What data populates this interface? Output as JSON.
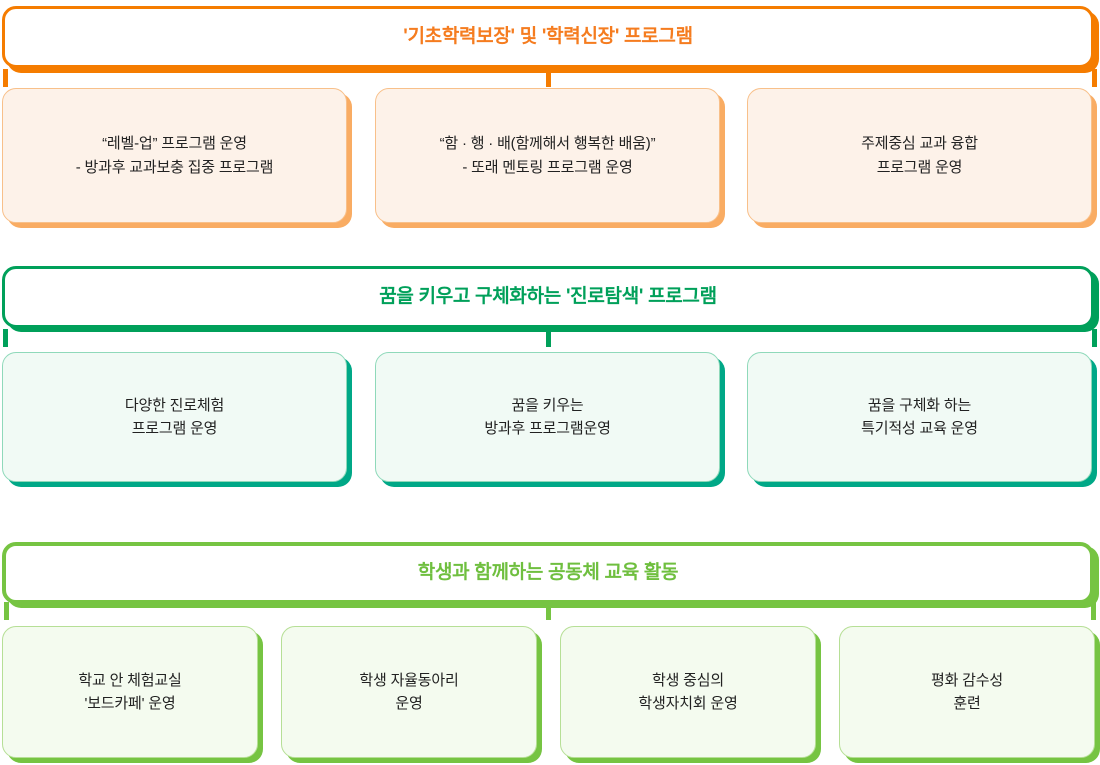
{
  "diagram": {
    "title": "'기초학력보장' 및 '학력신장' 프로그램",
    "colors": {
      "orange_accent": "#F57C00",
      "orange_text": "#F57C1F",
      "peach_fill": "#FDF2E9",
      "peach_shadow": "#F9AC63",
      "teal_accent": "#00A05A",
      "teal_shadow": "#00A887",
      "mint_fill": "#F1FAF5",
      "lime_accent": "#76C442",
      "lime_text": "#6FBF3F",
      "leaf_fill": "#F4FBEF",
      "body_text": "#222222",
      "page_background": "#FFFFFF"
    }
  },
  "sections": [
    {
      "id": "basic-academic-ability",
      "banner": "'기초학력보장' 및 '학력신장' 프로그램",
      "cards": [
        {
          "text": "“레벨-업” 프로그램 운영\n- 방과후 교과보충 집중 프로그램"
        },
        {
          "text": "“함 · 행 · 배(함께해서 행복한 배움)”\n- 또래 멘토링 프로그램 운영"
        },
        {
          "text": "주제중심 교과 융합\n프로그램 운영"
        }
      ]
    },
    {
      "id": "career-exploration",
      "banner": "꿈을 키우고 구체화하는 '진로탐색' 프로그램",
      "cards": [
        {
          "text": "다양한 진로체험\n프로그램 운영"
        },
        {
          "text": "꿈을 키우는\n방과후 프로그램운영"
        },
        {
          "text": "꿈을 구체화 하는\n특기적성 교육 운영"
        }
      ]
    },
    {
      "id": "community-education",
      "banner": "학생과 함께하는 공동체 교육 활동",
      "cards": [
        {
          "text": "학교 안 체험교실\n'보드카페' 운영"
        },
        {
          "text": "학생 자율동아리\n운영"
        },
        {
          "text": "학생 중심의\n학생자치회 운영"
        },
        {
          "text": "평화 감수성\n훈련"
        }
      ]
    }
  ]
}
